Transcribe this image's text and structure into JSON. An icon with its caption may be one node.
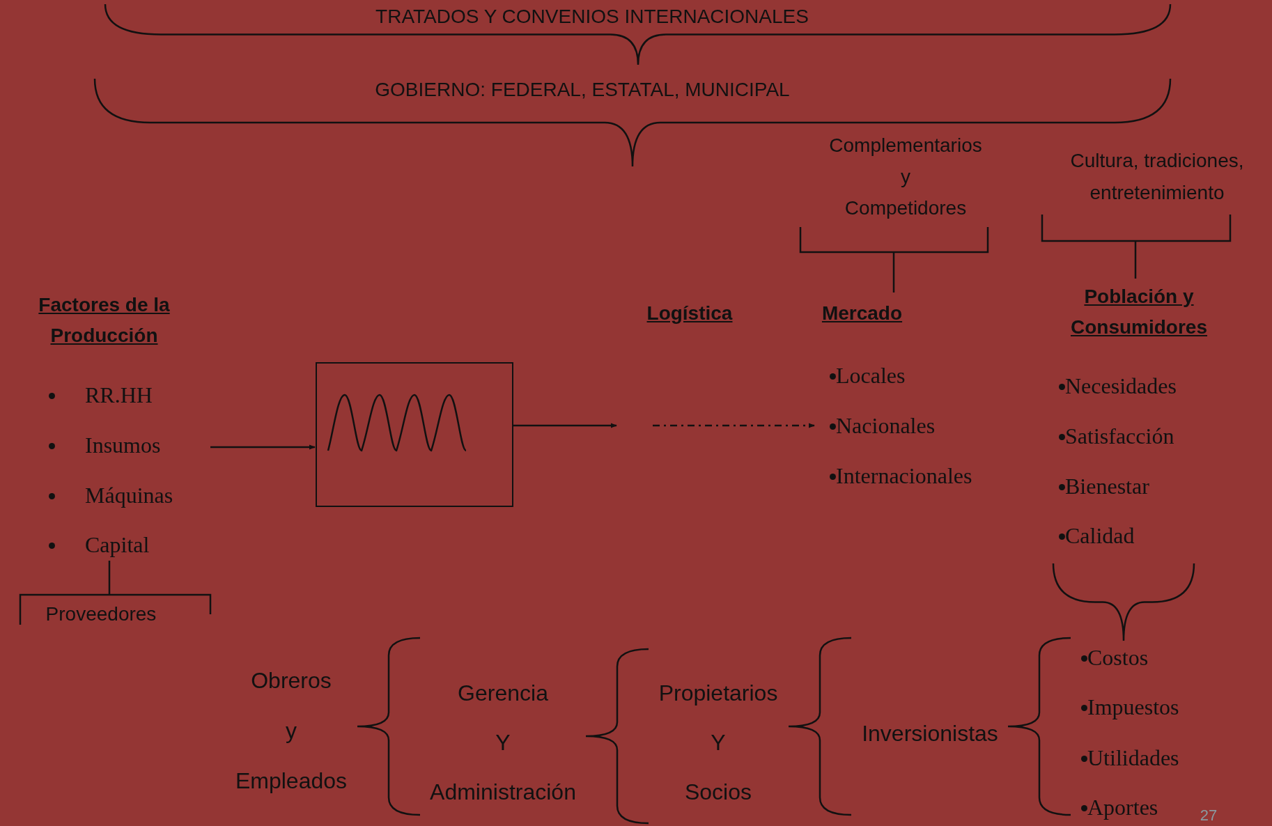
{
  "diagram": {
    "nodes": [
      {
        "text": [
          "Factores de la Producción",
          "RR.HH",
          "Insumos",
          "Máquinas",
          "Capital"
        ]
      },
      {
        "text": [],
        "shape": "picture"
      },
      {
        "text": [
          "Logística"
        ]
      },
      {
        "text": [
          "Complementarios y Competidores"
        ]
      },
      {
        "text": [
          "Mercado",
          "Locales",
          "Nacionales",
          "Internacionales"
        ]
      },
      {
        "text": [
          "Cultura, tradiciones, entretenimiento"
        ]
      },
      {
        "text": [
          "Población y Consumidores",
          "Necesidades",
          "Satisfacción",
          "Bienestar",
          "Calidad"
        ]
      },
      {
        "text": [
          "Proveedores"
        ]
      },
      {
        "text": [
          "Obreros y Empleados"
        ]
      },
      {
        "text": [
          "Gerencia Y Administración"
        ]
      },
      {
        "text": [
          "Propietarios Y Socios"
        ]
      },
      {
        "text": [
          "Inversionistas"
        ]
      },
      {
        "text": [
          "Costos",
          "Impuestos",
          "Utilidades",
          "Aportes"
        ]
      }
    ],
    "edges": [
      {
        "from": 0,
        "to": 1,
        "arrow": "to"
      },
      {
        "from": 1,
        "to": null,
        "arrow": "to"
      },
      {
        "from": null,
        "to": 4,
        "arrow": "to",
        "style": "dashed"
      },
      {
        "from": 3,
        "to": 4,
        "arrow": "none"
      },
      {
        "from": 5,
        "to": 6,
        "arrow": "none"
      },
      {
        "from": 6,
        "to": 12,
        "arrow": "none"
      },
      {
        "from": 0,
        "to": 7,
        "arrow": "none"
      },
      {
        "from": 8,
        "to": 9,
        "arrow": "none"
      },
      {
        "from": 9,
        "to": 10,
        "arrow": "none"
      },
      {
        "from": 10,
        "to": 11,
        "arrow": "none"
      },
      {
        "from": 11,
        "to": 12,
        "arrow": "none"
      }
    ],
    "labels": [
      "TRATADOS Y CONVENIOS INTERNACIONALES",
      "GOBIERNO: FEDERAL, ESTATAL, MUNICIPAL",
      "27"
    ]
  }
}
